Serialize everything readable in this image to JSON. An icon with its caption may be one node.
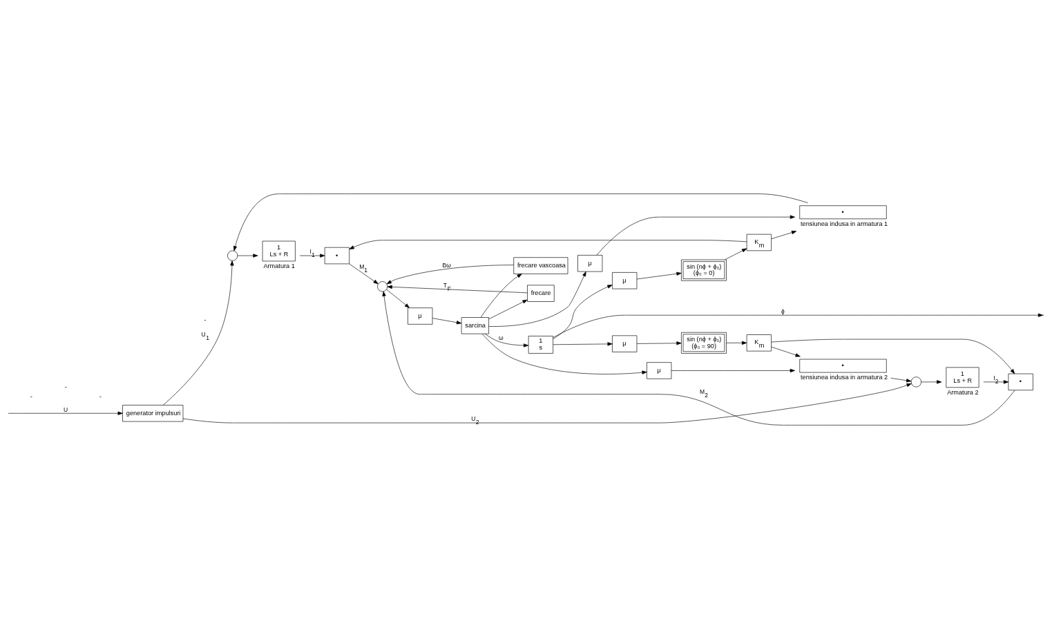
{
  "diagram": {
    "nodes": [
      {
        "text": [
          "generator impulsuri"
        ]
      },
      {
        "text": [],
        "shape": "circle"
      },
      {
        "text": [
          "1",
          "Ls + R"
        ],
        "beside": [
          "Armatura 1"
        ]
      },
      {
        "text": [
          "•"
        ]
      },
      {
        "text": [
          "•"
        ],
        "beside": [
          "tensiunea indusa in armatura 1"
        ]
      },
      {
        "text": [
          "μ"
        ]
      },
      {
        "text": [
          "K$_{m}$"
        ]
      },
      {
        "text": [
          "sin (nϕ + ϕ₀)",
          "(ϕ₀ = 0)"
        ]
      },
      {
        "text": [
          "μ"
        ]
      },
      {
        "text": [
          "frecare vascoasa"
        ]
      },
      {
        "text": [],
        "shape": "circle"
      },
      {
        "text": [
          "μ"
        ]
      },
      {
        "text": [
          "sarcina"
        ]
      },
      {
        "text": [
          "1",
          "s"
        ]
      },
      {
        "text": [
          "frecare"
        ]
      },
      {
        "text": [],
        "shape": "circle"
      },
      {
        "text": [
          "1",
          "Ls + R"
        ],
        "beside": [
          "Armatura 2"
        ]
      },
      {
        "text": [
          "•"
        ]
      },
      {
        "text": [
          "K$_{m}$"
        ]
      },
      {
        "text": [
          "sin (nϕ + ϕ₀)",
          "(ϕ₀ = 90)"
        ]
      },
      {
        "text": [
          "μ"
        ]
      },
      {
        "text": [
          "•"
        ],
        "beside": [
          "tensiunea indusa in armatura 2"
        ]
      },
      {
        "text": [
          "μ"
        ]
      }
    ],
    "edges": [
      {
        "from": null,
        "to": 0,
        "arrow": "to",
        "label": "U"
      },
      {
        "from": 0,
        "to": 1,
        "arrow": "to",
        "label": "U$_{1}$"
      },
      {
        "from": 0,
        "to": 15,
        "arrow": "to",
        "label": "U$_{2}$"
      },
      {
        "from": 1,
        "to": 2,
        "arrow": "to"
      },
      {
        "from": 2,
        "to": 3,
        "arrow": "to",
        "label": "I$_{1}$"
      },
      {
        "from": 4,
        "to": 1,
        "arrow": "to"
      },
      {
        "from": 5,
        "to": 4,
        "arrow": "to"
      },
      {
        "from": 6,
        "to": 3,
        "arrow": "to"
      },
      {
        "from": 6,
        "to": 4,
        "arrow": "to"
      },
      {
        "from": 7,
        "to": 6,
        "arrow": "to"
      },
      {
        "from": 8,
        "to": 7,
        "arrow": "to"
      },
      {
        "from": 3,
        "to": 10,
        "arrow": "to",
        "label": "M$_{1}$"
      },
      {
        "from": 9,
        "to": 10,
        "arrow": "to",
        "label": "Bω"
      },
      {
        "from": 14,
        "to": 10,
        "arrow": "to",
        "label": "T$_{F}$"
      },
      {
        "from": 17,
        "to": 10,
        "arrow": "to",
        "label": "M$_{2}$"
      },
      {
        "from": 10,
        "to": 11,
        "arrow": "to"
      },
      {
        "from": 11,
        "to": 12,
        "arrow": "to"
      },
      {
        "from": 12,
        "to": 13,
        "arrow": "to",
        "label": "ω"
      },
      {
        "from": 12,
        "to": 5,
        "arrow": "to"
      },
      {
        "from": 12,
        "to": 9,
        "arrow": "to"
      },
      {
        "from": 12,
        "to": 14,
        "arrow": "to"
      },
      {
        "from": 12,
        "to": 22,
        "arrow": "to"
      },
      {
        "from": 13,
        "to": null,
        "arrow": "to",
        "label": "ϕ"
      },
      {
        "from": 13,
        "to": 8,
        "arrow": "to"
      },
      {
        "from": 13,
        "to": 20,
        "arrow": "to"
      },
      {
        "from": 20,
        "to": 19,
        "arrow": "to"
      },
      {
        "from": 19,
        "to": 18,
        "arrow": "to"
      },
      {
        "from": 18,
        "to": 17,
        "arrow": "to"
      },
      {
        "from": 18,
        "to": 21,
        "arrow": "to"
      },
      {
        "from": 22,
        "to": 21,
        "arrow": "to"
      },
      {
        "from": 21,
        "to": 15,
        "arrow": "to"
      },
      {
        "from": 15,
        "to": 16,
        "arrow": "to"
      },
      {
        "from": 16,
        "to": 17,
        "arrow": "to",
        "label": "I$_{2}$"
      }
    ],
    "labels": [
      "-",
      "-",
      "-",
      "-"
    ]
  }
}
